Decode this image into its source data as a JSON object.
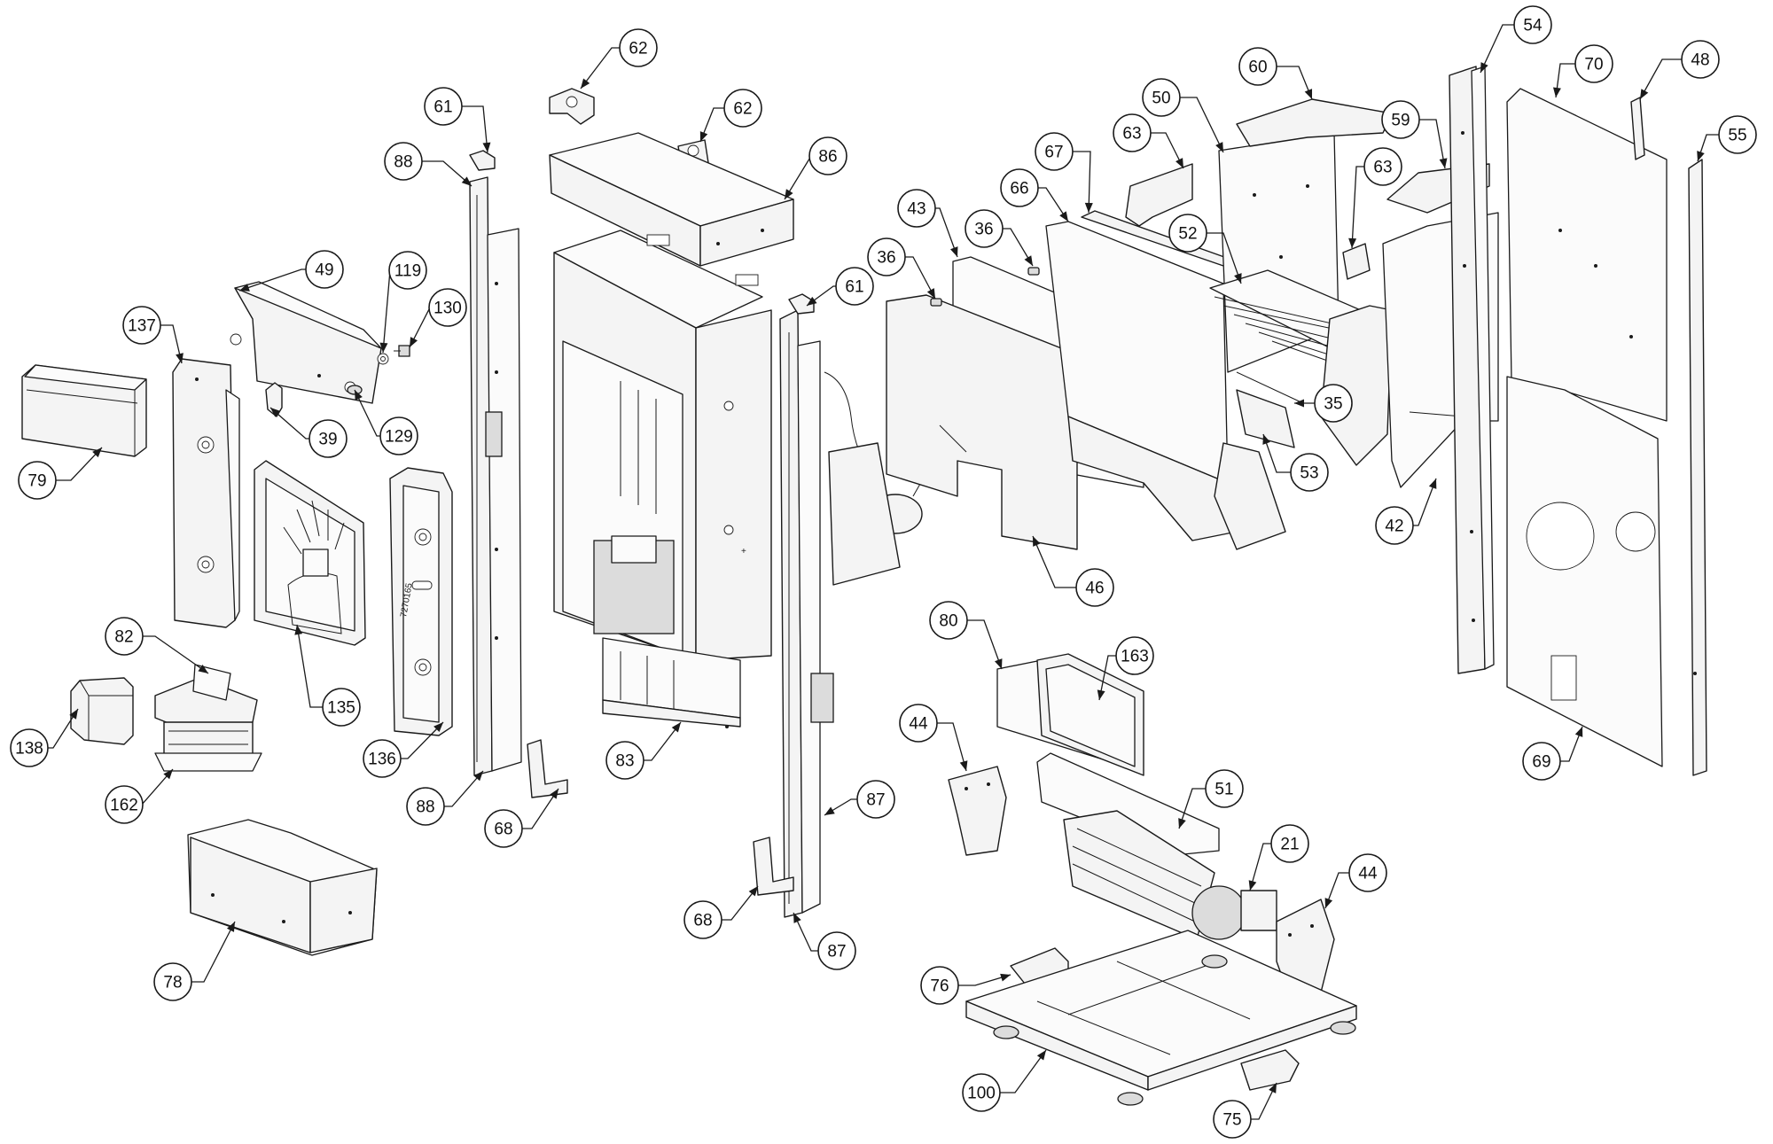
{
  "diagram": {
    "stamp_text": "7270165",
    "callouts": [
      {
        "id": "c62a",
        "label": "62"
      },
      {
        "id": "c62b",
        "label": "62"
      },
      {
        "id": "c86",
        "label": "86"
      },
      {
        "id": "c61a",
        "label": "61"
      },
      {
        "id": "c88a",
        "label": "88"
      },
      {
        "id": "c119",
        "label": "119"
      },
      {
        "id": "c130",
        "label": "130"
      },
      {
        "id": "c49",
        "label": "49"
      },
      {
        "id": "c137",
        "label": "137"
      },
      {
        "id": "c129",
        "label": "129"
      },
      {
        "id": "c39",
        "label": "39"
      },
      {
        "id": "c79",
        "label": "79"
      },
      {
        "id": "c82",
        "label": "82"
      },
      {
        "id": "c135",
        "label": "135"
      },
      {
        "id": "c136",
        "label": "136"
      },
      {
        "id": "c138",
        "label": "138"
      },
      {
        "id": "c162",
        "label": "162"
      },
      {
        "id": "c88b",
        "label": "88"
      },
      {
        "id": "c68a",
        "label": "68"
      },
      {
        "id": "c83",
        "label": "83"
      },
      {
        "id": "c78",
        "label": "78"
      },
      {
        "id": "c61b",
        "label": "61"
      },
      {
        "id": "c87a",
        "label": "87"
      },
      {
        "id": "c68b",
        "label": "68"
      },
      {
        "id": "c87b",
        "label": "87"
      },
      {
        "id": "c36a",
        "label": "36"
      },
      {
        "id": "c43",
        "label": "43"
      },
      {
        "id": "c36b",
        "label": "36"
      },
      {
        "id": "c66",
        "label": "66"
      },
      {
        "id": "c67",
        "label": "67"
      },
      {
        "id": "c63a",
        "label": "63"
      },
      {
        "id": "c50",
        "label": "50"
      },
      {
        "id": "c60",
        "label": "60"
      },
      {
        "id": "c52",
        "label": "52"
      },
      {
        "id": "c63b",
        "label": "63"
      },
      {
        "id": "c35",
        "label": "35"
      },
      {
        "id": "c53",
        "label": "53"
      },
      {
        "id": "c46",
        "label": "46"
      },
      {
        "id": "c59",
        "label": "59"
      },
      {
        "id": "c42",
        "label": "42"
      },
      {
        "id": "c54",
        "label": "54"
      },
      {
        "id": "c70",
        "label": "70"
      },
      {
        "id": "c48",
        "label": "48"
      },
      {
        "id": "c55",
        "label": "55"
      },
      {
        "id": "c69",
        "label": "69"
      },
      {
        "id": "c80",
        "label": "80"
      },
      {
        "id": "c163",
        "label": "163"
      },
      {
        "id": "c44a",
        "label": "44"
      },
      {
        "id": "c51",
        "label": "51"
      },
      {
        "id": "c21",
        "label": "21"
      },
      {
        "id": "c44b",
        "label": "44"
      },
      {
        "id": "c76",
        "label": "76"
      },
      {
        "id": "c100",
        "label": "100"
      },
      {
        "id": "c75",
        "label": "75"
      }
    ]
  }
}
